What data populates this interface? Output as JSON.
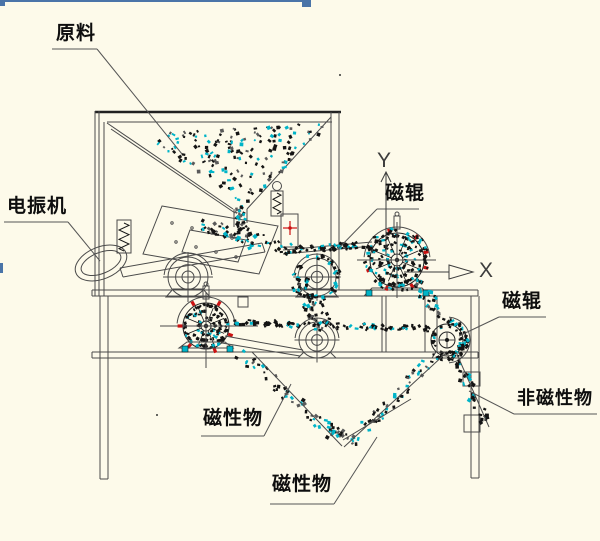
{
  "diagram": {
    "kind": "cad-schematic-magnetic-separator",
    "background_color": "#fdfaea",
    "colors": {
      "line": "#4a4a4a",
      "line_dark": "#161616",
      "particle_dark": "#141414",
      "particle_cyan": "#00b4c8",
      "particle_gray": "#5a5a5a",
      "red_mark": "#cc1111",
      "artifact_blue": "#4a74a8"
    },
    "labels": {
      "raw_material": "原料",
      "vibrating_feeder": "电振机",
      "magnetic_roller_top": "磁辊",
      "magnetic_roller_right": "磁辊",
      "magnetic_material_1": "磁性物",
      "magnetic_material_2": "磁性物",
      "non_magnetic_material": "非磁性物"
    },
    "axes": {
      "x": "X",
      "y": "Y"
    }
  }
}
